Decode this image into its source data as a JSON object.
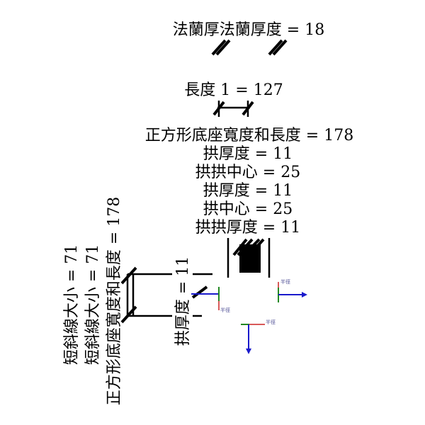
{
  "dimensions": {
    "flange_thickness": "法蘭厚法蘭厚度 = 18",
    "length_1": "長度 1 = 127",
    "square_base_top": "正方形底座寬度和長度 = 178",
    "arch_thickness_a": "拱厚度 = 11",
    "arch_center_a": "拱拱中心 = 25",
    "arch_thickness_b": "拱厚度 = 11",
    "arch_center_b": "拱中心 = 25",
    "arch_thickness_c": "拱拱厚度 = 11",
    "short_slash_a": "短斜線大小 = 71",
    "short_slash_b": "短斜線大小 = 71",
    "square_base_side": "正方形底座寬度和長度 = 178",
    "arch_thickness_side": "拱厚度 = 11"
  },
  "axes": {
    "label": "半徑",
    "colors": {
      "x": "#cc2222",
      "y": "#228822",
      "z": "#1a1acc"
    }
  }
}
